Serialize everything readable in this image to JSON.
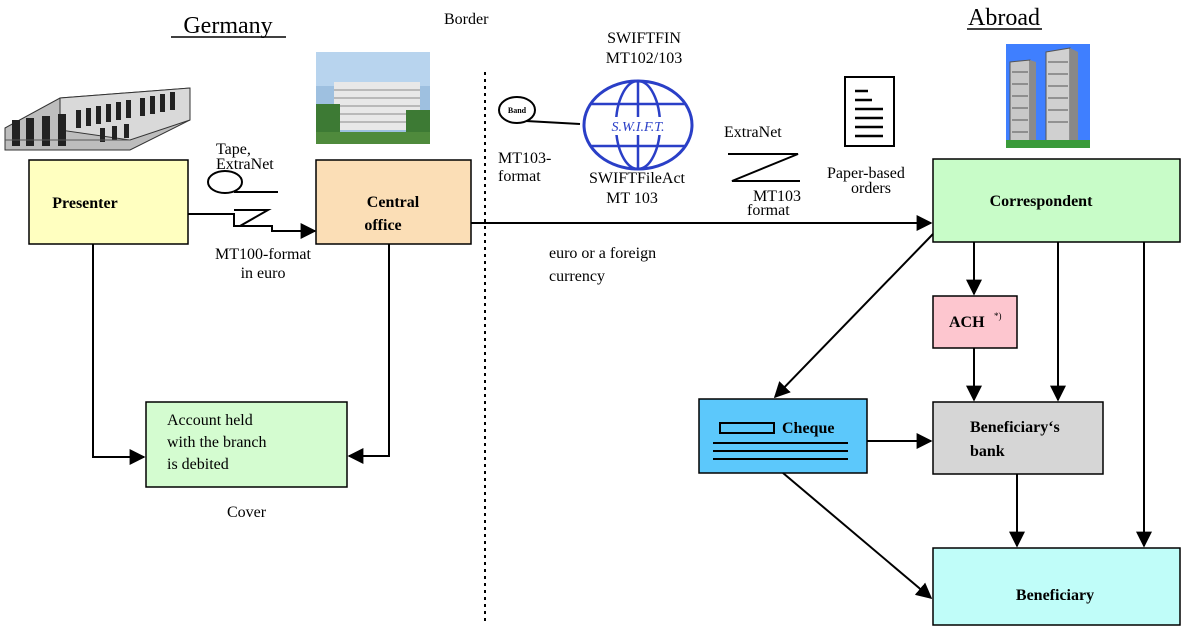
{
  "regions": {
    "left_title": "Germany",
    "border_title": "Border",
    "right_title": "Abroad"
  },
  "boxes": {
    "presenter": "Presenter",
    "central_office": [
      "Central",
      "office"
    ],
    "correspondent": "Correspondent",
    "account": [
      "Account held",
      "with the branch",
      "is debited"
    ],
    "ach": "ACH",
    "ach_superscript": "*)",
    "cheque": "Cheque",
    "beneficiary_bank": [
      "Beneficiary‘s",
      "bank"
    ],
    "beneficiary": "Beneficiary"
  },
  "labels": {
    "tape_extranet": [
      "Tape,",
      "ExtraNet"
    ],
    "mt100": [
      "MT100-format",
      "in  euro"
    ],
    "cover": "Cover",
    "band": "Band",
    "mt103_format": [
      "MT103-",
      "format"
    ],
    "swiftfin": [
      "SWIFTFIN",
      "MT102/103"
    ],
    "swift_logo": "S.W.I.F.T.",
    "swiftfileact": [
      "SWIFTFileAct",
      "MT 103"
    ],
    "extranet": "ExtraNet",
    "mt103_format_right": [
      "MT103",
      "format"
    ],
    "paper_orders": [
      "Paper-based",
      "orders"
    ],
    "currency": [
      "euro  or a foreign",
      "currency"
    ]
  },
  "colors": {
    "presenter": "#ffffc0",
    "central_office": "#fbdeb6",
    "correspondent": "#c8fcc8",
    "account": "#d4fcd0",
    "ach": "#fdc6cf",
    "cheque": "#5cc8fb",
    "beneficiary_bank": "#d6d6d6",
    "beneficiary": "#c0fdf9",
    "swift_blue": "#2a3fc7"
  }
}
